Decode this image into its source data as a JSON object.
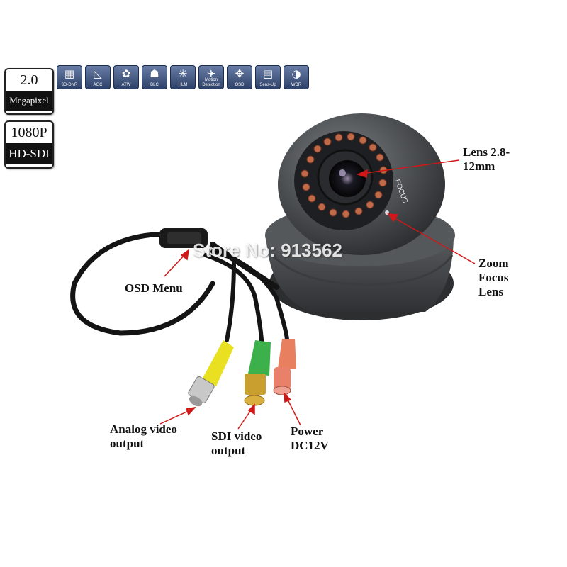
{
  "badges": {
    "resolution": {
      "top": "2.0",
      "bottom": "Megapixel"
    },
    "format": {
      "top": "1080P",
      "bottom": "HD-SDI"
    }
  },
  "features": [
    {
      "label": "3D-DNR",
      "icon": "noise-reduction-icon",
      "glyph": "▦"
    },
    {
      "label": "AGC",
      "icon": "gain-control-icon",
      "glyph": "◺"
    },
    {
      "label": "ATW",
      "icon": "white-balance-icon",
      "glyph": "✿"
    },
    {
      "label": "BLC",
      "icon": "backlight-icon",
      "glyph": "☗"
    },
    {
      "label": "HLM",
      "icon": "highlight-mask-icon",
      "glyph": "✳"
    },
    {
      "label": "Motion Detection",
      "icon": "motion-detection-icon",
      "glyph": "✈"
    },
    {
      "label": "OSD",
      "icon": "osd-menu-icon",
      "glyph": "✥"
    },
    {
      "label": "Sens-Up",
      "icon": "sens-up-icon",
      "glyph": "▤"
    },
    {
      "label": "WDR",
      "icon": "wide-dynamic-range-icon",
      "glyph": "◑"
    }
  ],
  "callouts": {
    "lens": "Lens 2.8-\n12mm",
    "zoom_focus": "Zoom\nFocus\nLens",
    "osd": "OSD Menu",
    "analog": "Analog video\noutput",
    "sdi": "SDI video\noutput",
    "power": "Power\nDC12V"
  },
  "watermark": "Store No: 913562",
  "lens_ring_text": "FOCUS",
  "colors": {
    "camera": "#4a4d50",
    "arrow": "#d01818",
    "yellow_connector": "#e8e020",
    "green_connector": "#3cb04a",
    "red_connector": "#e8806a"
  }
}
